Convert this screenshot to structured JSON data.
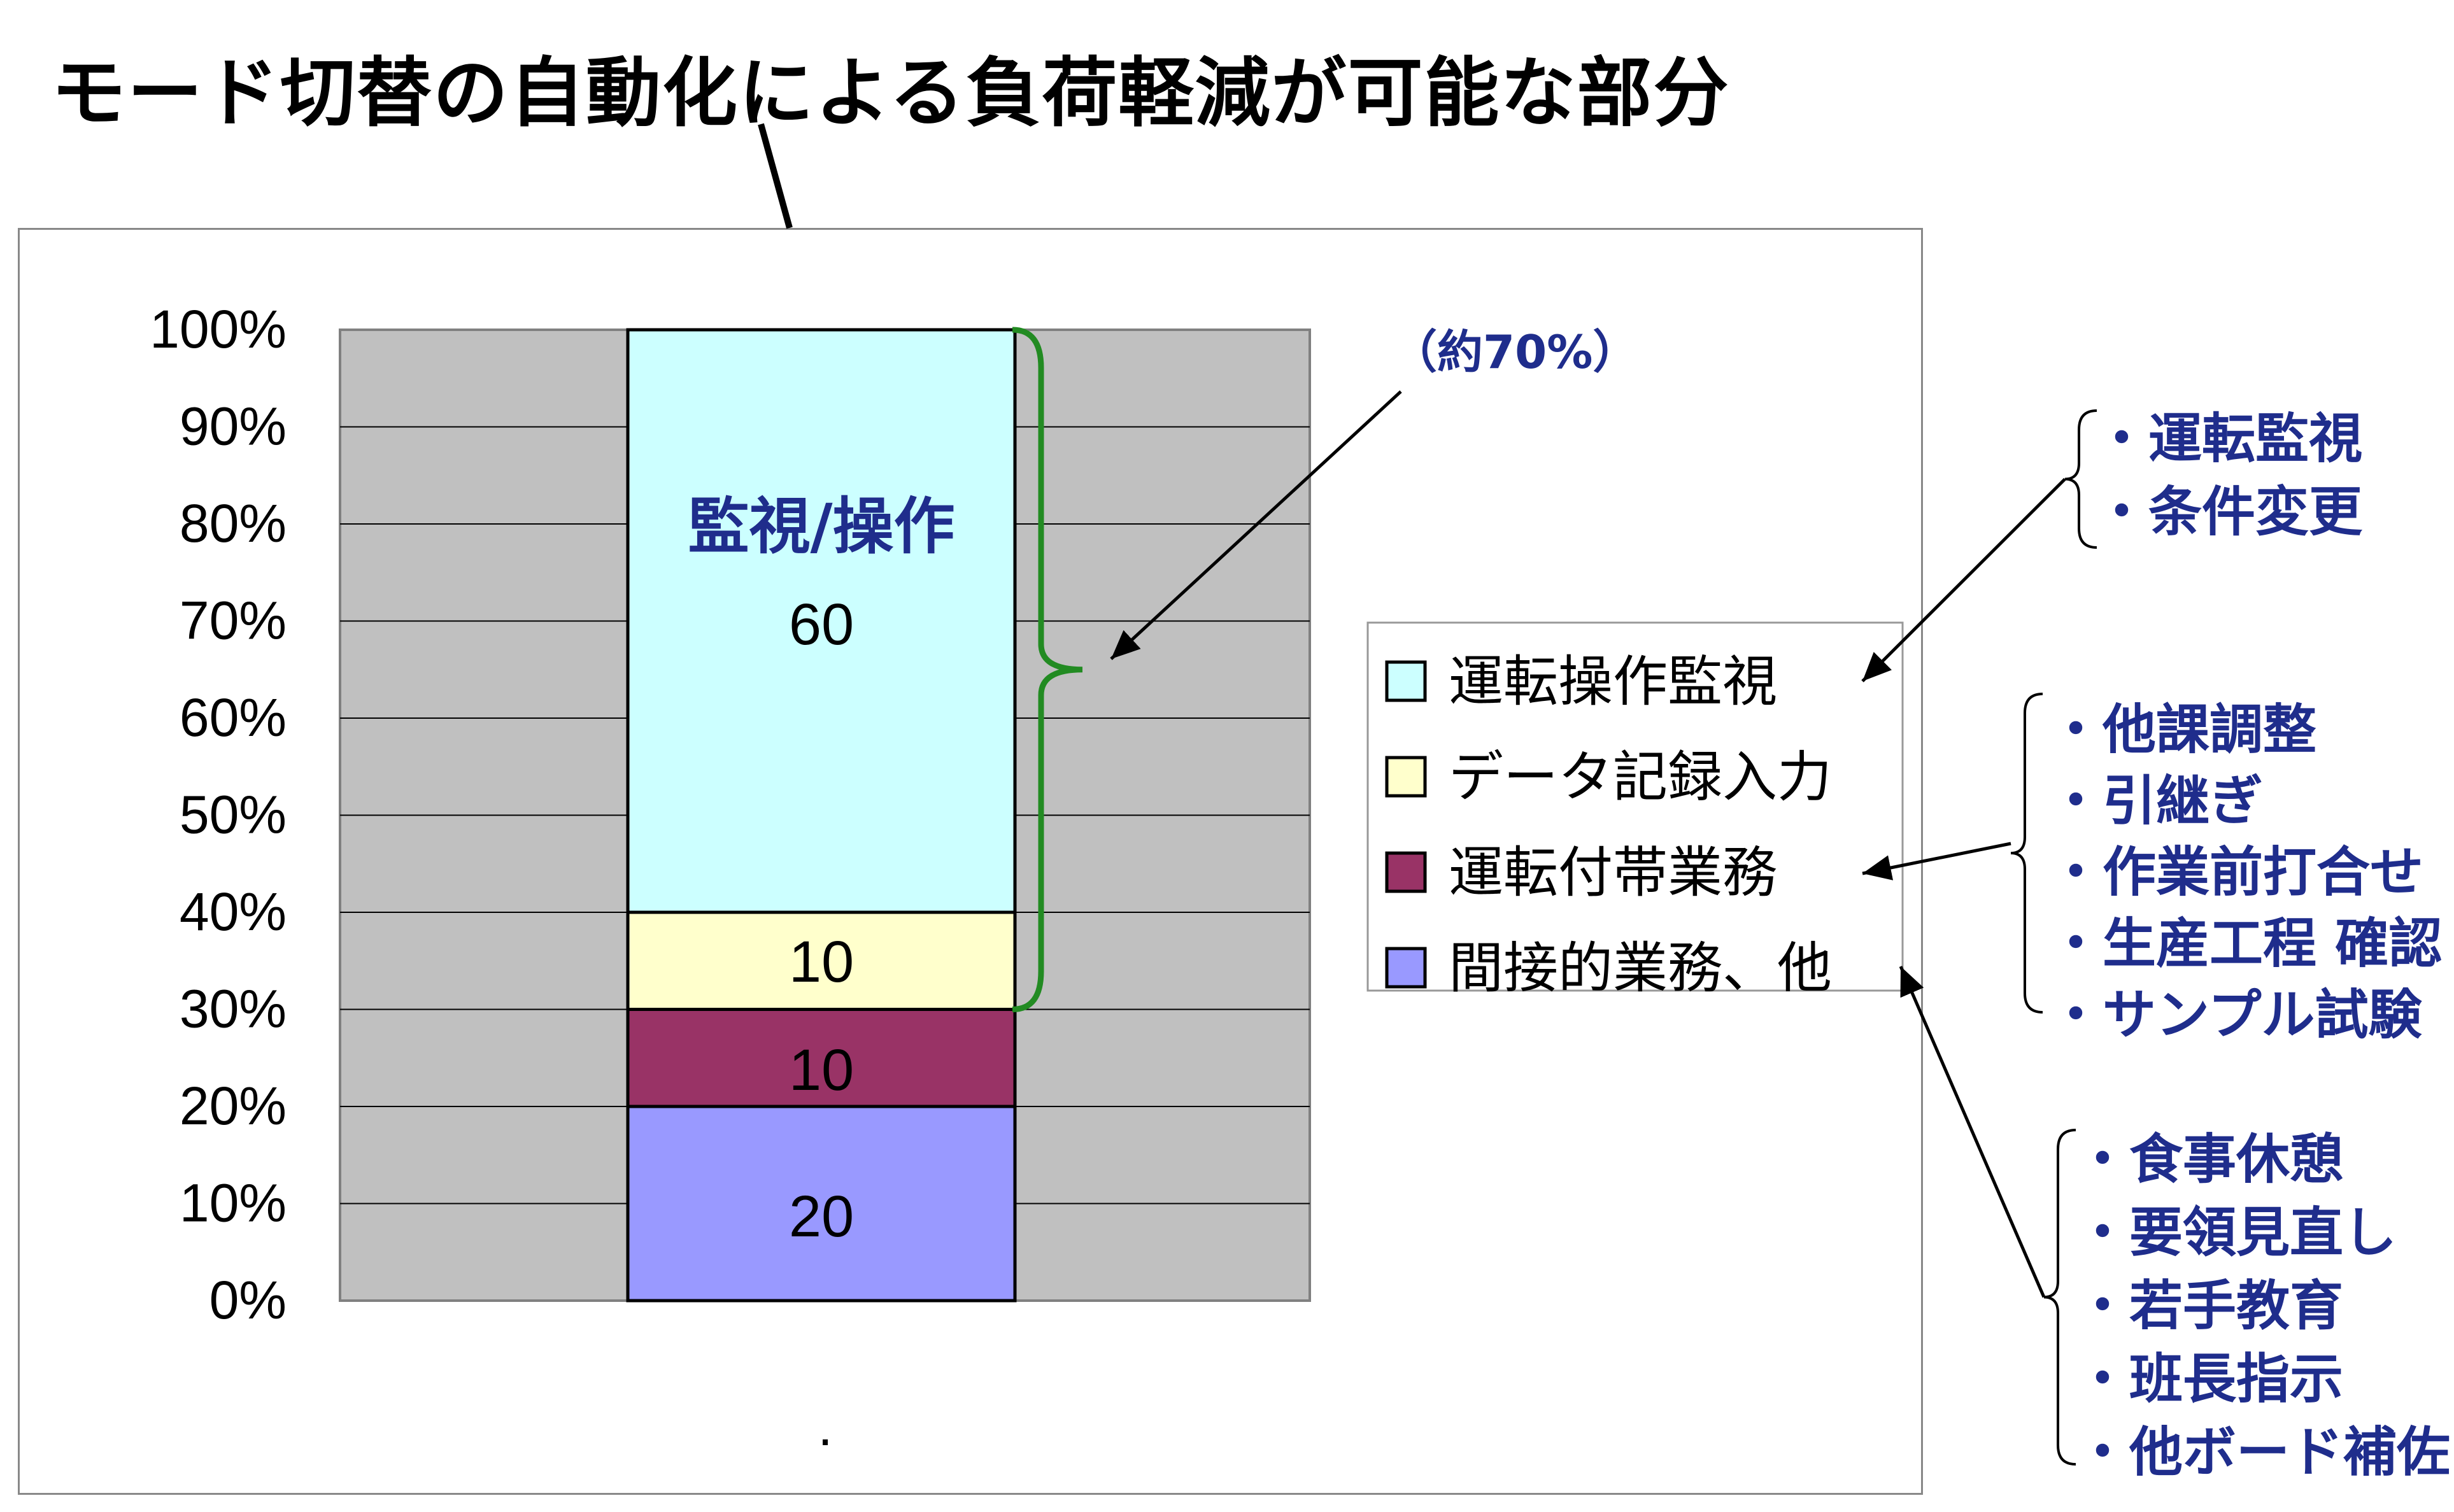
{
  "title": "モード切替の自動化による負荷軽減が可能な部分",
  "chart_data": {
    "type": "bar",
    "stacked": true,
    "y_tick_labels": [
      "0%",
      "10%",
      "20%",
      "30%",
      "40%",
      "50%",
      "60%",
      "70%",
      "80%",
      "90%",
      "100%"
    ],
    "ylim": [
      0,
      100
    ],
    "grid": true,
    "x_tick_label": ".",
    "bar_title": "監視/操作",
    "series": [
      {
        "name": "間接的業務、他",
        "value": 20,
        "color": "#9999ff",
        "label": "20"
      },
      {
        "name": "運転付帯業務",
        "value": 10,
        "color": "#993366",
        "label": "10"
      },
      {
        "name": "データ記録入力",
        "value": 10,
        "color": "#ffffcc",
        "label": "10"
      },
      {
        "name": "運転操作監視",
        "value": 60,
        "color": "#ccffff",
        "label": "60"
      }
    ],
    "legend_order": [
      "運転操作監視",
      "データ記録入力",
      "運転付帯業務",
      "間接的業務、他"
    ],
    "legend_position": "right",
    "brace_annotation": "（約70%）",
    "brace_color": "#228b22",
    "plot_bg": "#c0c0c0"
  },
  "annotations": {
    "monitoring": [
      "・運転監視",
      "・条件変更"
    ],
    "incidental": [
      "・他課調整",
      "・引継ぎ",
      "・作業前打合せ",
      "・生産工程 確認",
      "・サンプル試験"
    ],
    "indirect": [
      "・食事休憩",
      "・要領見直し",
      "・若手教育",
      "・班長指示",
      "・他ボード補佐"
    ]
  },
  "colors": {
    "annotation_text": "#1f2d8c"
  }
}
